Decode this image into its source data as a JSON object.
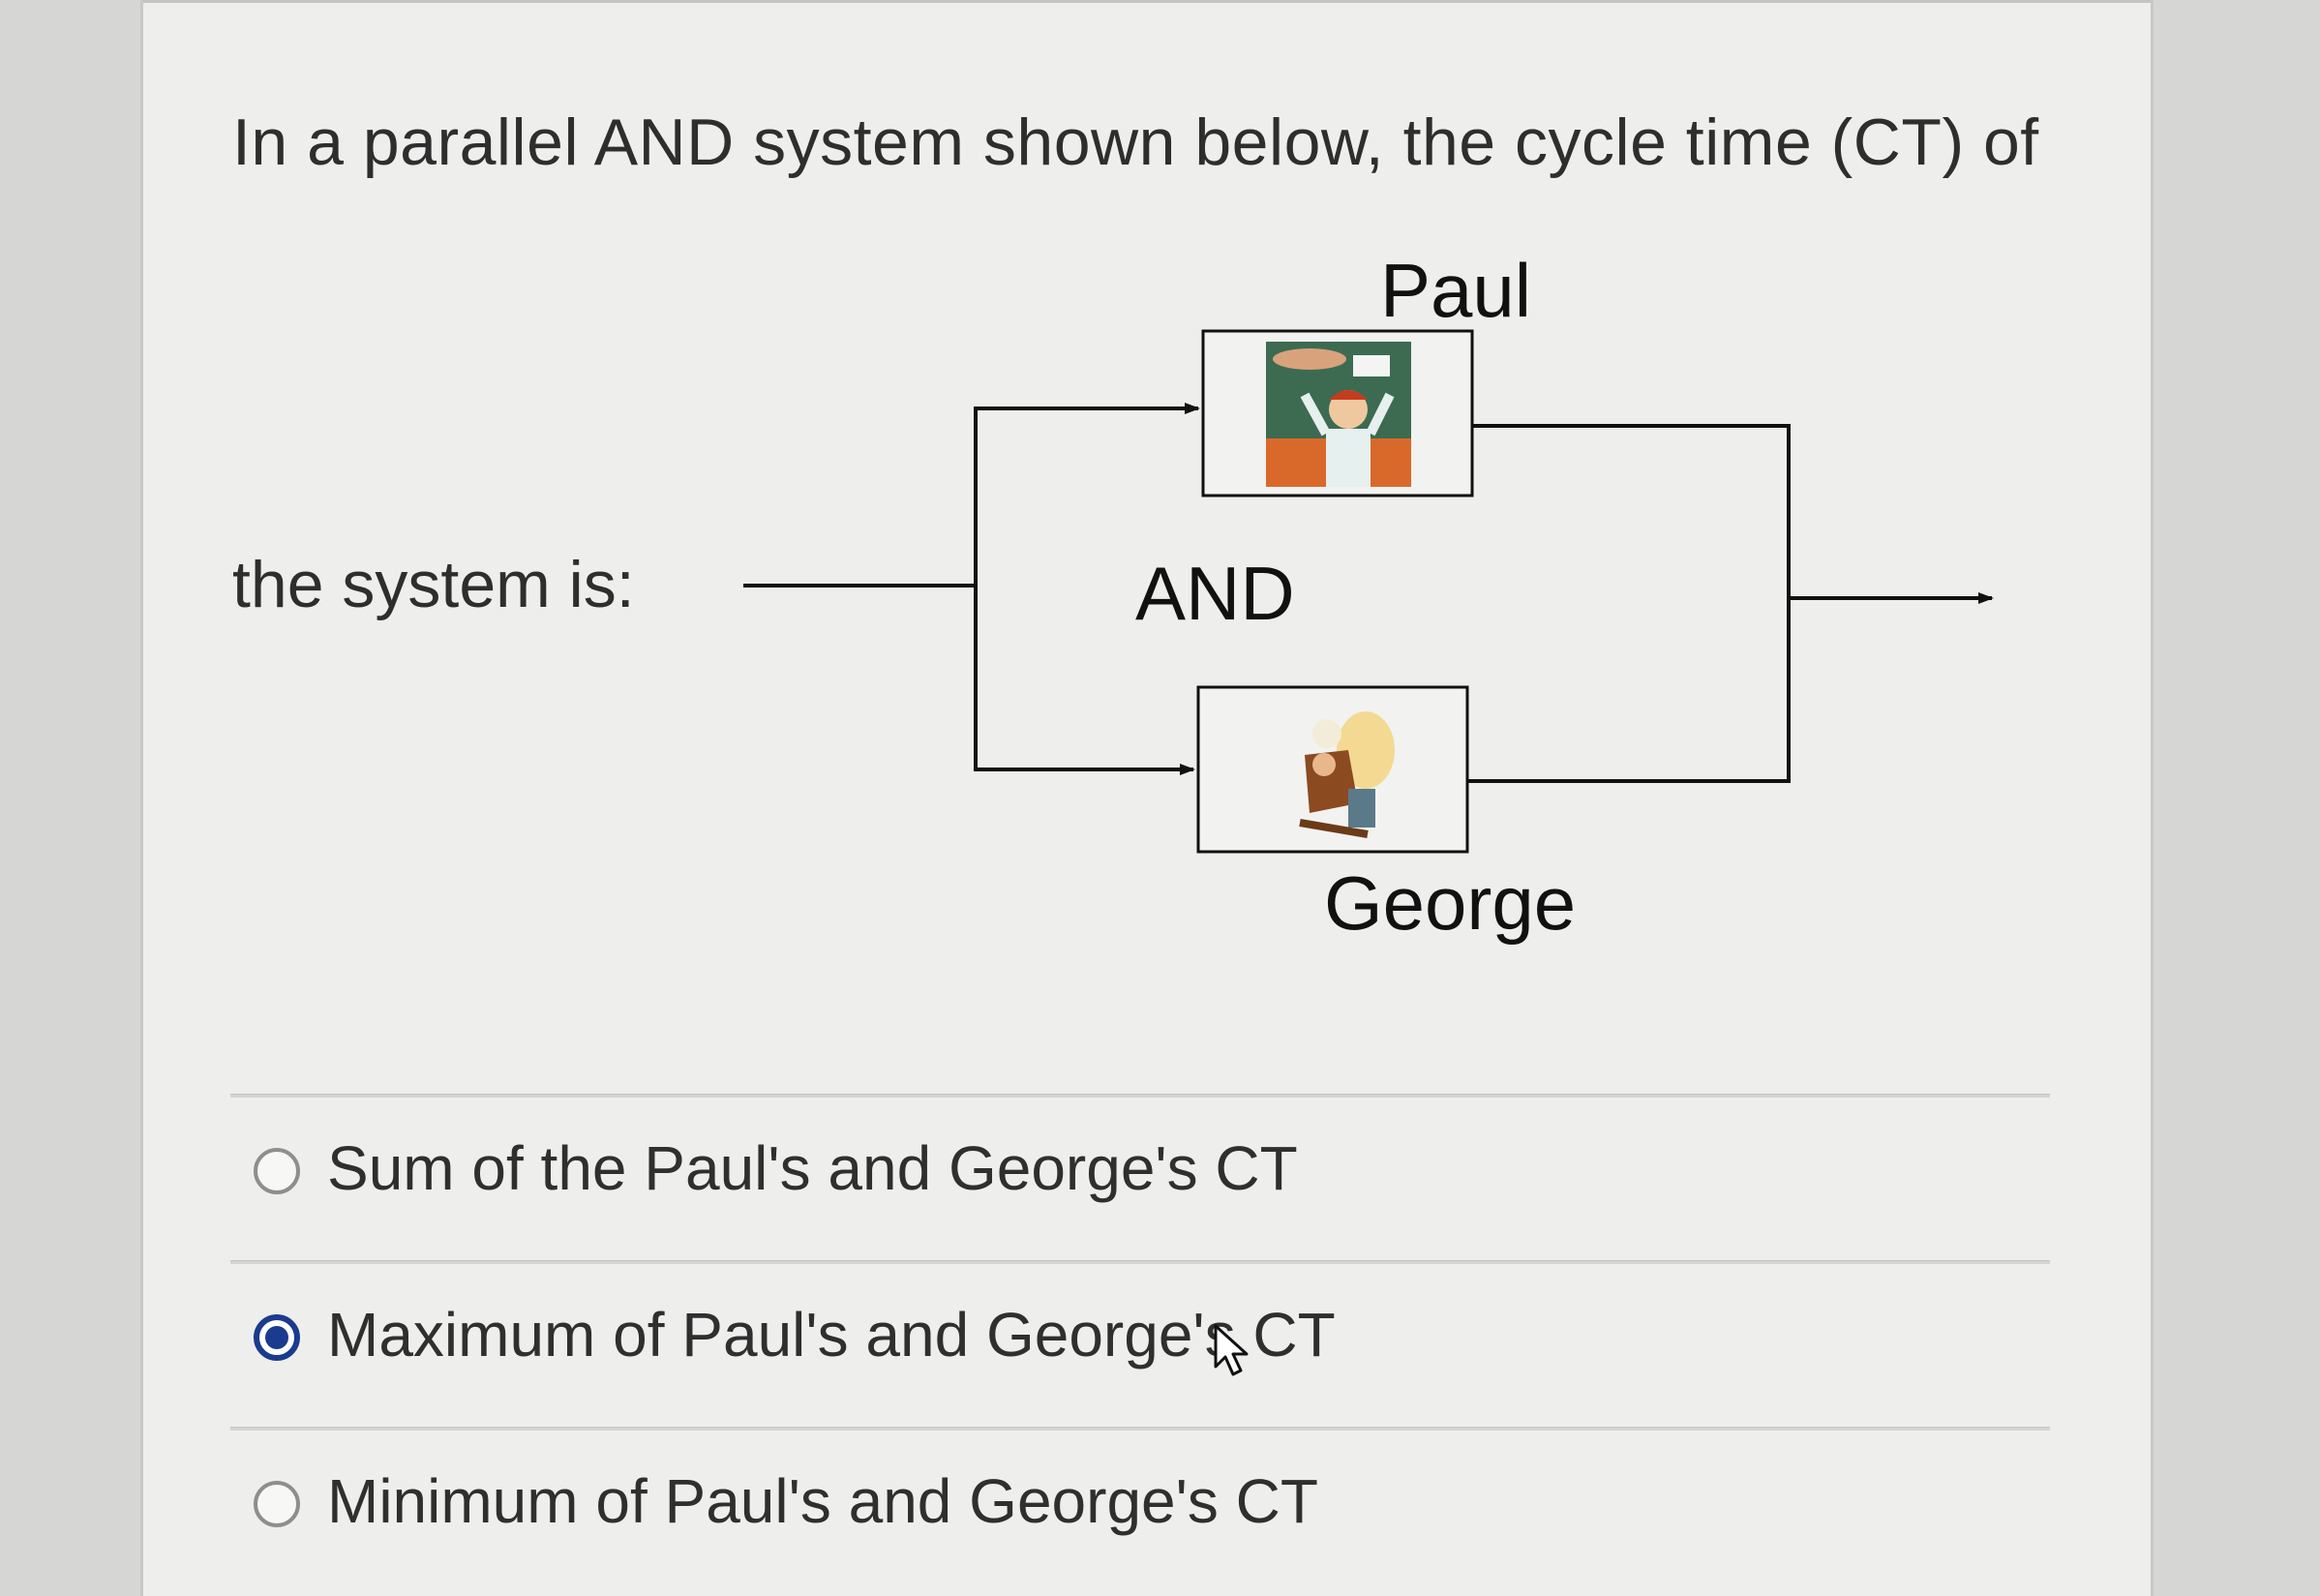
{
  "question": {
    "text_line1": "In a parallel AND system shown below, the  cycle time (CT) of",
    "text_line2": "the system is:"
  },
  "diagram": {
    "gate_label": "AND",
    "top_station_label": "Paul",
    "bottom_station_label": "George",
    "top_station_icon": "chef-tossing-pizza-icon",
    "bottom_station_icon": "chef-at-oven-icon"
  },
  "options": [
    {
      "label": "Sum of the Paul's and George's CT",
      "selected": false
    },
    {
      "label": "Maximum of Paul's and George's CT",
      "selected": true
    },
    {
      "label": "Minimum of Paul's and George's CT",
      "selected": false
    }
  ],
  "colors": {
    "radio_selected": "#1a3b8e",
    "radio_unselected": "#8e8e8e"
  }
}
